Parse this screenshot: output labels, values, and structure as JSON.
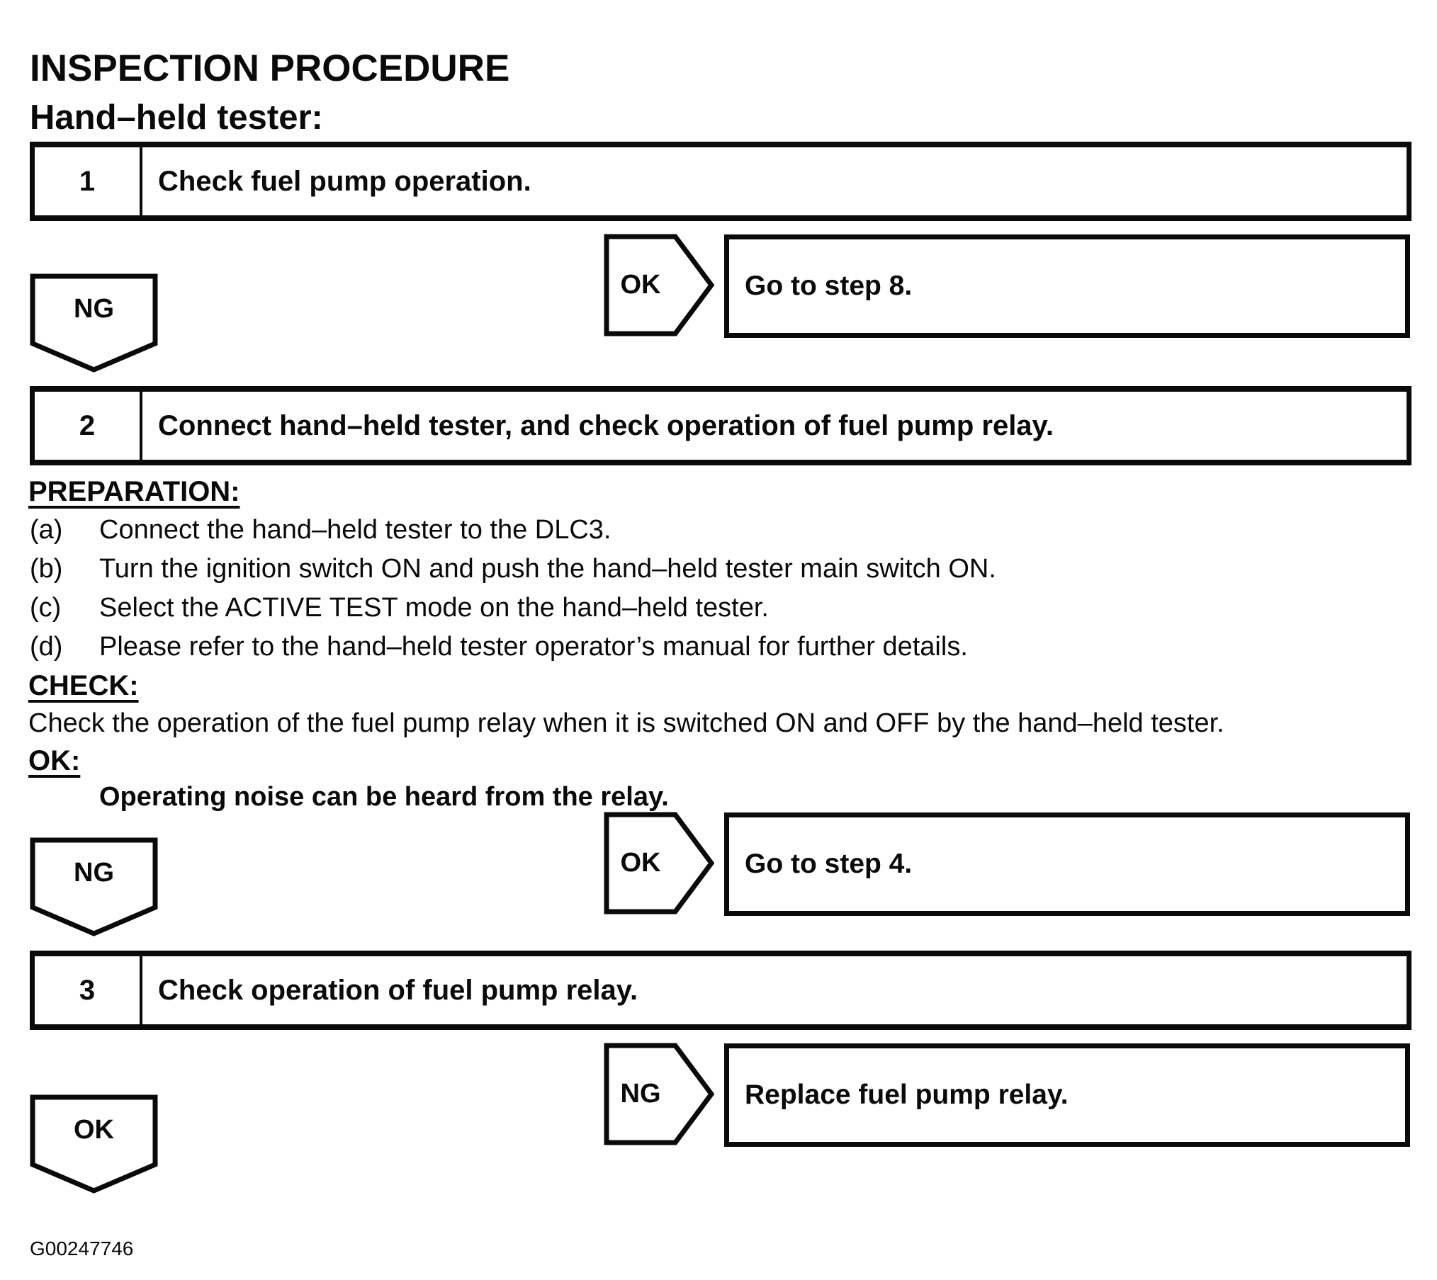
{
  "page": {
    "title": "INSPECTION PROCEDURE",
    "subtitle": "Hand–held tester:",
    "figure_code": "G00247746"
  },
  "steps": [
    {
      "number": "1",
      "title": "Check fuel pump operation."
    },
    {
      "number": "2",
      "title": "Connect hand–held tester, and check operation of fuel pump relay."
    },
    {
      "number": "3",
      "title": "Check operation of fuel pump relay."
    }
  ],
  "details": {
    "preparation_heading": "PREPARATION:",
    "preparation_items": [
      {
        "label": "(a)",
        "text": "Connect the hand–held tester to the DLC3."
      },
      {
        "label": "(b)",
        "text": "Turn the ignition switch ON and push the hand–held tester main switch ON."
      },
      {
        "label": "(c)",
        "text": "Select the ACTIVE TEST mode on the hand–held tester."
      },
      {
        "label": "(d)",
        "text": "Please refer to the hand–held tester operator’s manual for further details."
      }
    ],
    "check_heading": "CHECK:",
    "check_text": "Check the operation of the fuel pump relay when it is switched ON and OFF by the hand–held tester.",
    "ok_heading": "OK:",
    "ok_result": "Operating noise can be heard from the relay."
  },
  "branches": [
    {
      "pointer": "OK",
      "target": "Go to step 8.",
      "fallthrough": "NG"
    },
    {
      "pointer": "OK",
      "target": "Go to step 4.",
      "fallthrough": "NG"
    },
    {
      "pointer": "NG",
      "target": "Replace fuel pump relay.",
      "fallthrough": "OK"
    }
  ]
}
